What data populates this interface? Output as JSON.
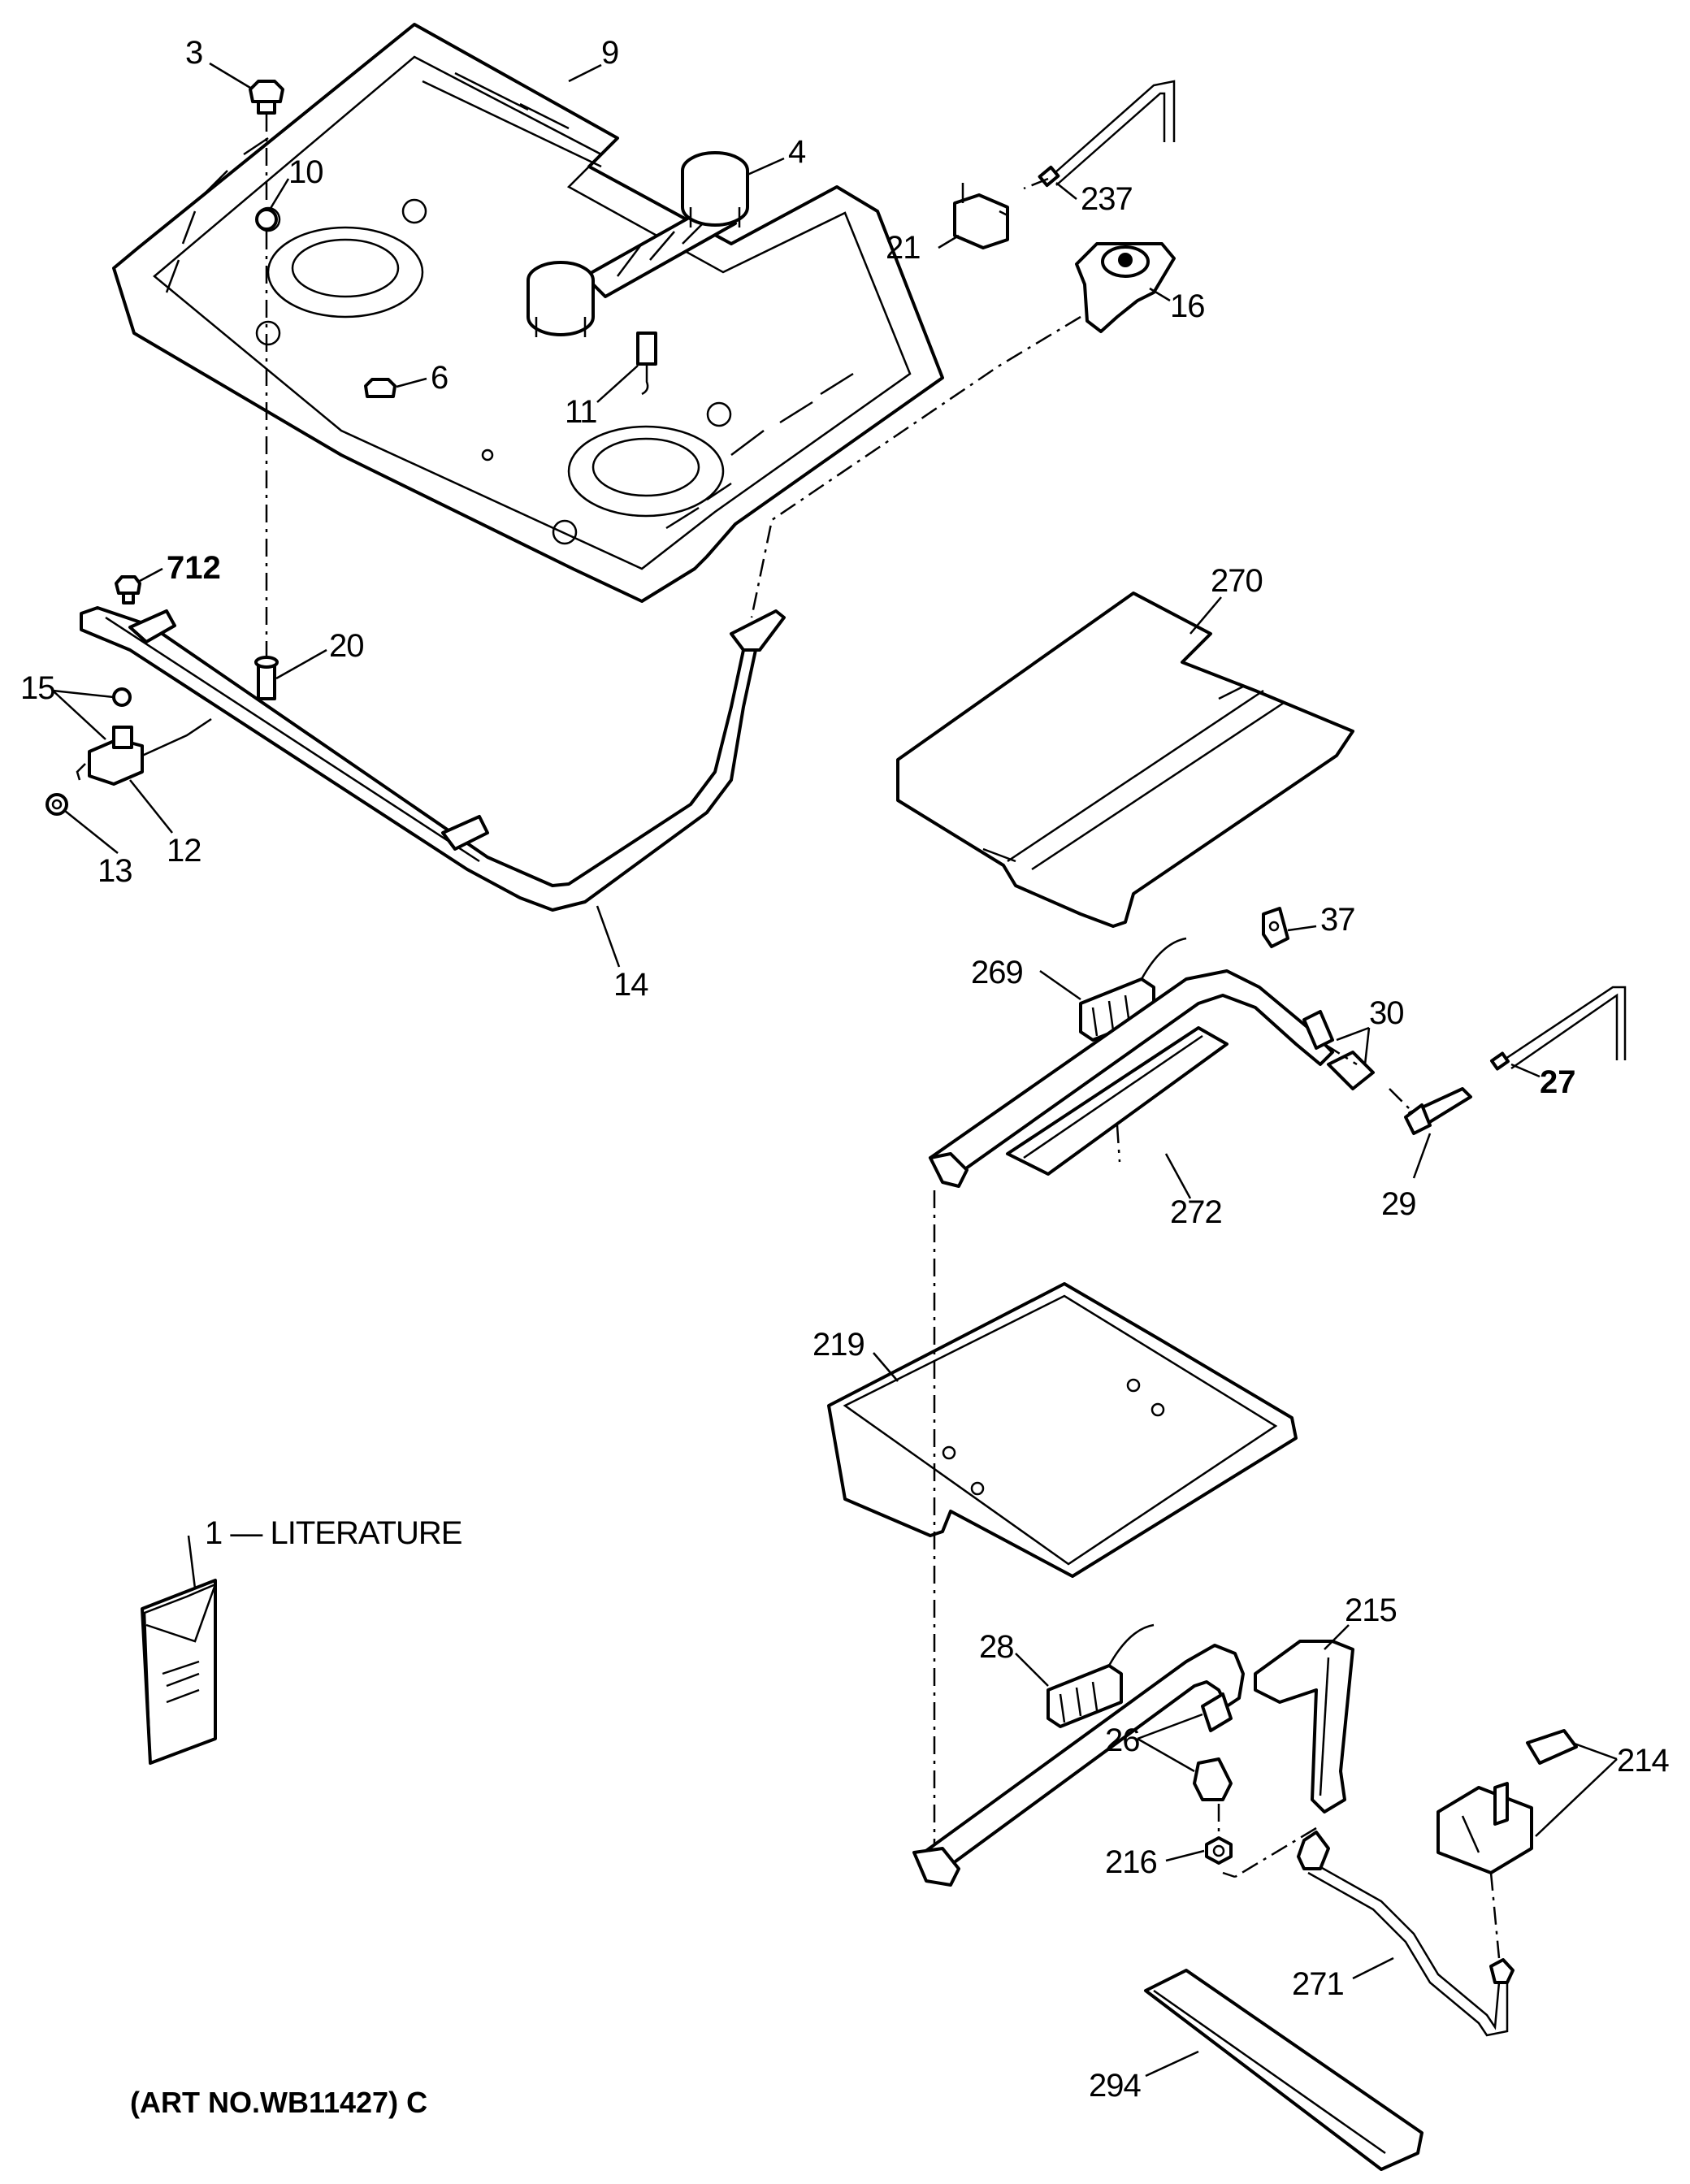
{
  "diagram": {
    "callouts": {
      "p3": "3",
      "p9": "9",
      "p10": "10",
      "p4": "4",
      "p6": "6",
      "p11": "11",
      "p237": "237",
      "p21": "21",
      "p16": "16",
      "p712": "712",
      "p20": "20",
      "p15": "15",
      "p12": "12",
      "p13": "13",
      "p14": "14",
      "p270": "270",
      "p37": "37",
      "p269": "269",
      "p30": "30",
      "p27": "27",
      "p29": "29",
      "p272": "272",
      "p219": "219",
      "p215": "215",
      "p28": "28",
      "p26": "26",
      "p216": "216",
      "p214": "214",
      "p271": "271",
      "p294": "294"
    },
    "literature_label": "1 — LITERATURE",
    "art_number": "(ART NO.WB11427) C"
  }
}
